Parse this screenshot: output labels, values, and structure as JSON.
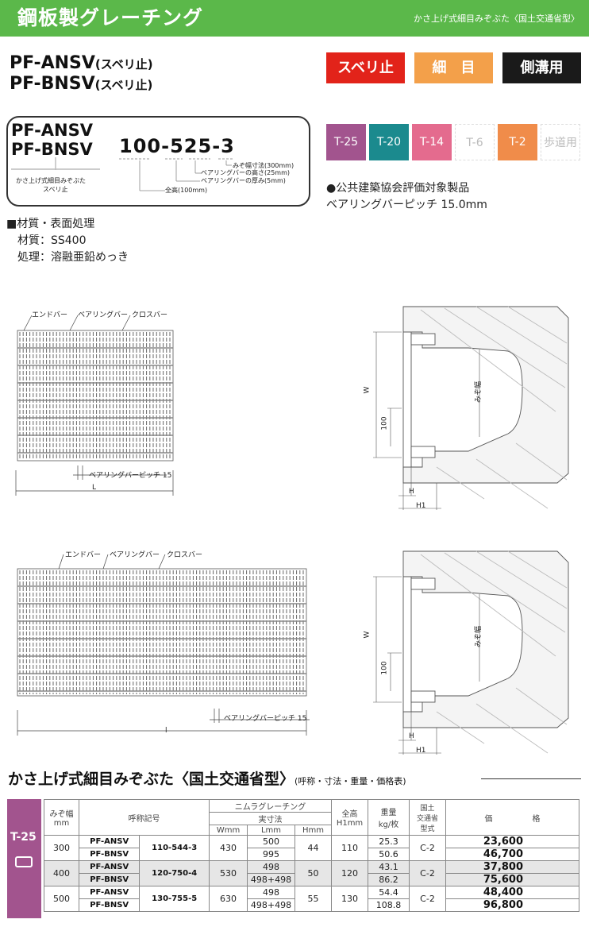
{
  "header": {
    "title": "鋼板製グレーチング",
    "subtitle": "かさ上げ式細目みぞぶた〈国土交通省型〉"
  },
  "models": [
    {
      "name": "PF-ANSV",
      "note": "(スベリ止)"
    },
    {
      "name": "PF-BNSV",
      "note": "(スベリ止)"
    }
  ],
  "tags": [
    {
      "label": "スベリ止",
      "color": "#e2231a"
    },
    {
      "label": "細　目",
      "color": "#f3a04a"
    },
    {
      "label": "側溝用",
      "color": "#1a1a1a"
    }
  ],
  "codebox": {
    "model1": "PF-ANSV",
    "model2": "PF-BNSV",
    "model_desc_1": "かさ上げ式細目みぞぶた",
    "model_desc_2": "スベリ止",
    "code_a": "100",
    "code_b": "-",
    "code_c": "5",
    "code_d": "25",
    "code_e": "-",
    "code_f": "3",
    "legend_1": "みぞ幅寸法(300mm)",
    "legend_2": "ベアリングバーの高さ(25mm)",
    "legend_3": "ベアリングバーの厚み(5mm)",
    "legend_4": "全高(100mm)"
  },
  "load_classes": [
    {
      "label": "T-25",
      "color": "#a2548e",
      "active": true
    },
    {
      "label": "T-20",
      "color": "#1b8a8e",
      "active": true
    },
    {
      "label": "T-14",
      "color": "#e46b8e",
      "active": true
    },
    {
      "label": "T-6",
      "color": "#ffffff",
      "active": false
    },
    {
      "label": "T-2",
      "color": "#f08c4a",
      "active": true
    },
    {
      "label": "歩道用",
      "color": "#ffffff",
      "active": false
    }
  ],
  "certification": {
    "line1": "●公共建築協会評価対象製品",
    "line2": "ベアリングバーピッチ 15.0mm"
  },
  "material": {
    "heading": "■材質・表面処理",
    "material_line": "材質：SS400",
    "treatment_line": "処理：溶融亜鉛めっき"
  },
  "diagram1": {
    "label_end": "エンドバー",
    "label_bearing": "ベアリングバー",
    "label_cross": "クロスバー",
    "label_pitch": "ベアリングバーピッチ 15",
    "label_length": "L"
  },
  "diagram2": {
    "label_end": "エンドバー",
    "label_bearing": "ベアリングバー",
    "label_cross": "クロスバー",
    "label_pitch": "ベアリングバーピッチ 15",
    "label_length": "l"
  },
  "section": {
    "label_w": "W",
    "label_100": "100",
    "label_groove": "みぞ幅",
    "label_h": "H",
    "label_h1": "H1"
  },
  "table_title": {
    "main": "かさ上げ式細目みぞぶた〈国土交通省型〉",
    "note": "(呼称・寸法・重量・価格表)"
  },
  "side_badge": "T-25",
  "table": {
    "headers": {
      "groove": "みぞ幅\nmm",
      "code": "呼称記号",
      "nimura": "ニムラグレーチング",
      "dims": "実寸法",
      "w": "Wmm",
      "l": "Lmm",
      "h": "Hmm",
      "height": "全高\nH1mm",
      "weight": "重量\nkg/枚",
      "mlit": "国土\n交通省\n型式",
      "price": "価　　　　　格"
    },
    "rows": [
      {
        "groove": "300",
        "code": "110-544-3",
        "w": "430",
        "h": "44",
        "h1": "110",
        "type": "C-2",
        "sub": [
          {
            "model": "PF-ANSV",
            "l": "500",
            "weight": "25.3",
            "price": "23,600"
          },
          {
            "model": "PF-BNSV",
            "l": "995",
            "weight": "50.6",
            "price": "46,700"
          }
        ]
      },
      {
        "groove": "400",
        "code": "120-750-4",
        "w": "530",
        "h": "50",
        "h1": "120",
        "type": "C-2",
        "sub": [
          {
            "model": "PF-ANSV",
            "l": "498",
            "weight": "43.1",
            "price": "37,800"
          },
          {
            "model": "PF-BNSV",
            "l": "498+498",
            "weight": "86.2",
            "price": "75,600"
          }
        ]
      },
      {
        "groove": "500",
        "code": "130-755-5",
        "w": "630",
        "h": "55",
        "h1": "130",
        "type": "C-2",
        "sub": [
          {
            "model": "PF-ANSV",
            "l": "498",
            "weight": "54.4",
            "price": "48,400"
          },
          {
            "model": "PF-BNSV",
            "l": "498+498",
            "weight": "108.8",
            "price": "96,800"
          }
        ]
      }
    ]
  }
}
